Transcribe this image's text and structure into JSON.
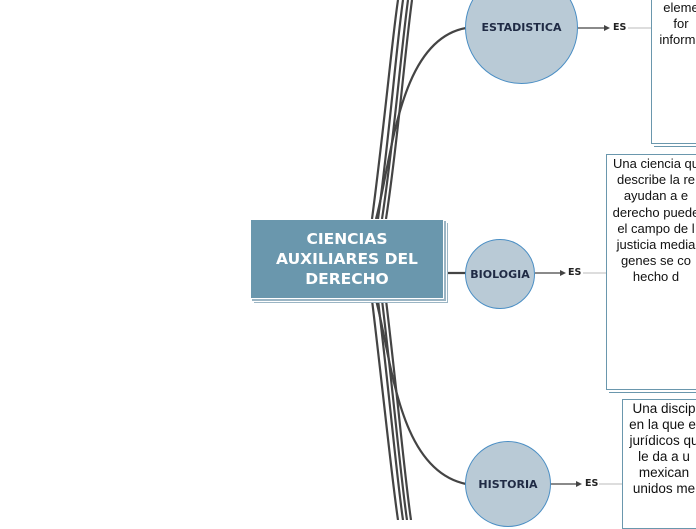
{
  "central": {
    "title": "CIENCIAS AUXILIARES DEL DERECHO"
  },
  "branches": [
    {
      "label": "ESTADISTICA",
      "connector": "ES",
      "text": "eleme\nfor\ninforma"
    },
    {
      "label": "BIOLOGIA",
      "connector": "ES",
      "text": "Una ciencia qu\ndescribe la re\nayudan a e\nderecho puede\nel campo de l\njusticia media\ngenes se co\nhecho d"
    },
    {
      "label": "HISTORIA",
      "connector": "ES",
      "text": "Una discip\nen la que el\njurídicos qu\nle da a u\nmexican\nunidos me"
    }
  ],
  "colors": {
    "central_fill": "#6a97ad",
    "circle_fill": "#b9cad6",
    "circle_border": "#4a8ec4",
    "line": "#444444"
  }
}
